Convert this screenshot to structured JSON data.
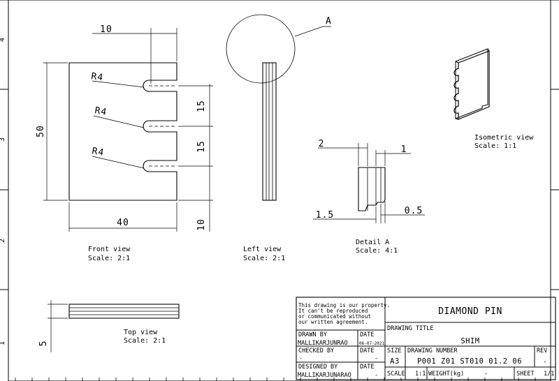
{
  "border": {
    "zones": [
      "4",
      "3",
      "2",
      "1"
    ]
  },
  "views": {
    "front": {
      "caption": "Front view",
      "scale": "Scale:  2:1",
      "dims": {
        "top_width": "10",
        "height": "50",
        "bottom_width": "40",
        "pitch_1": "15",
        "pitch_2": "15",
        "gap": "10"
      },
      "radii": [
        "R4",
        "R4",
        "R4"
      ]
    },
    "left": {
      "caption": "Left view",
      "scale": "Scale:  2:1",
      "detail_callout": "A"
    },
    "detail": {
      "caption": "Detail A",
      "scale": "Scale:  4:1",
      "dims": {
        "top_left": "2",
        "top_right": "1",
        "bottom_left": "1.5",
        "bottom_right": "0.5"
      }
    },
    "isometric": {
      "caption": "Isometric view",
      "scale": "Scale:  1:1"
    },
    "top": {
      "caption": "Top view",
      "scale": "Scale:  2:1",
      "dims": {
        "height": "5"
      }
    }
  },
  "title_block": {
    "property_note": [
      "This drawing is our property.",
      "It can't be reproduced",
      "or communicated without",
      "our written agreement."
    ],
    "company_title": "DIAMOND PIN",
    "drawing_title_label": "DRAWING TITLE",
    "drawing_title": "SHIM",
    "drawn_by_label": "DRAWN BY",
    "drawn_by": "MALLIKARJUNRAO",
    "date_label": "DATE",
    "drawn_date": "06-07-2021",
    "checked_by_label": "CHECKED BY",
    "checked_by": "-",
    "checked_date": "-",
    "designed_by_label": "DESIGNED BY",
    "designed_by": "MALLIKARJUNARAO",
    "designed_date": "-",
    "size_label": "SIZE",
    "size": "A3",
    "drawing_number_label": "DRAWING NUMBER",
    "drawing_number": "P001 Z01 ST010 01.2 06",
    "rev_label": "REV",
    "rev": "-",
    "scale_label": "SCALE",
    "scale": "1:1",
    "weight_label": "WEIGHT(kg)",
    "weight": "-",
    "sheet_label": "SHEET",
    "sheet": "1/1"
  }
}
